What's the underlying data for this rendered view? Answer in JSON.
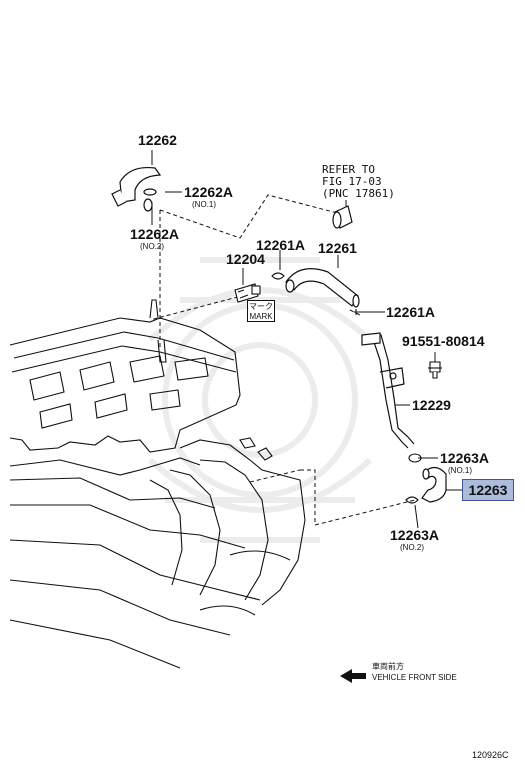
{
  "labels": {
    "p12262": "12262",
    "p12262A_no1": "12262A",
    "no1_a": "(NO.1)",
    "p12262A_no2": "12262A",
    "no2_a": "(NO.2)",
    "refer_line1": "REFER TO",
    "refer_line2": "FIG 17-03",
    "refer_line3": "(PNC 17861)",
    "p12261A_top": "12261A",
    "p12261": "12261",
    "p12204": "12204",
    "mark_jp": "マーク",
    "mark_en": "MARK",
    "p12261A_mid": "12261A",
    "p91551": "91551-80814",
    "p12229": "12229",
    "p12263A_no1": "12263A",
    "no1_b": "(NO.1)",
    "p12263_highlight": "12263",
    "p12263A_no2": "12263A",
    "no2_b": "(NO.2)",
    "front_jp": "車両前方",
    "front_en": "VEHICLE FRONT SIDE",
    "illustration_code": "120926C"
  },
  "colors": {
    "highlight_fill": "#aebcdc",
    "highlight_border": "#44569a",
    "line": "#111111",
    "watermark": "#ececec"
  },
  "icons": {
    "direction": "arrow-left-icon",
    "watermark": "seal-watermark"
  }
}
